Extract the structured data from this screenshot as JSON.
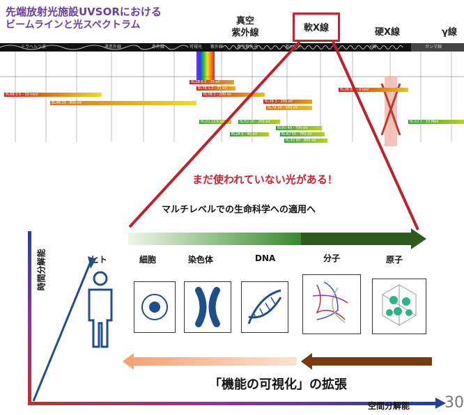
{
  "title": {
    "line1": "先端放射光施設UVSORにおける",
    "line2": "ビームラインと光スペクトラム"
  },
  "regions": {
    "vuv_line1": "真空",
    "vuv_line2": "紫外線",
    "soft_xray": "軟X線",
    "hard_xray": "硬X線",
    "gamma": "γ線"
  },
  "strip_labels": [
    "テラヘルツ波",
    "遠赤外線",
    "赤外線",
    "可視光",
    "紫外線",
    "真空紫外光",
    "軟X線光",
    "X線",
    "ガンマ線"
  ],
  "beamlines": [
    "BL1B 0.5 - 25 eV",
    "BL7B 1.2 - 31 eV",
    "BL5B 2 - 200 eV",
    "BL6B 0.5 - 10 meV",
    "BL4B 25 - 800 eV",
    "BL3B 3 - 205 eV",
    "BL7A 50 - 650 eV",
    "BL2B 0.3 - 6 keV",
    "BL1U 13.9 eV",
    "BL5U 20 - 200 eV",
    "BL6U 40 - 700 eV",
    "BL4U 50 - 700 eV",
    "BL2A 6 - 40 eV",
    "BL3U 60 - 800 eV",
    "BL1U 1 - 10 MeV"
  ],
  "headline": "まだ使われていない光がある！",
  "subheadline": "マルチレベルでの生命科学への適用へ",
  "levels": [
    "ヒト",
    "細胞",
    "染色体",
    "DNA",
    "分子",
    "原子"
  ],
  "caption": "「機能の可視化」の拡張",
  "axes": {
    "y": "時間分解能",
    "x": "空間分解能"
  },
  "page_number": "30",
  "colors": {
    "title": "#6a3ea0",
    "highlight": "#d11f2b",
    "green_dark": "#2e5a1f",
    "brown": "#7a3a10",
    "figure_blue": "#1f4e8c"
  }
}
